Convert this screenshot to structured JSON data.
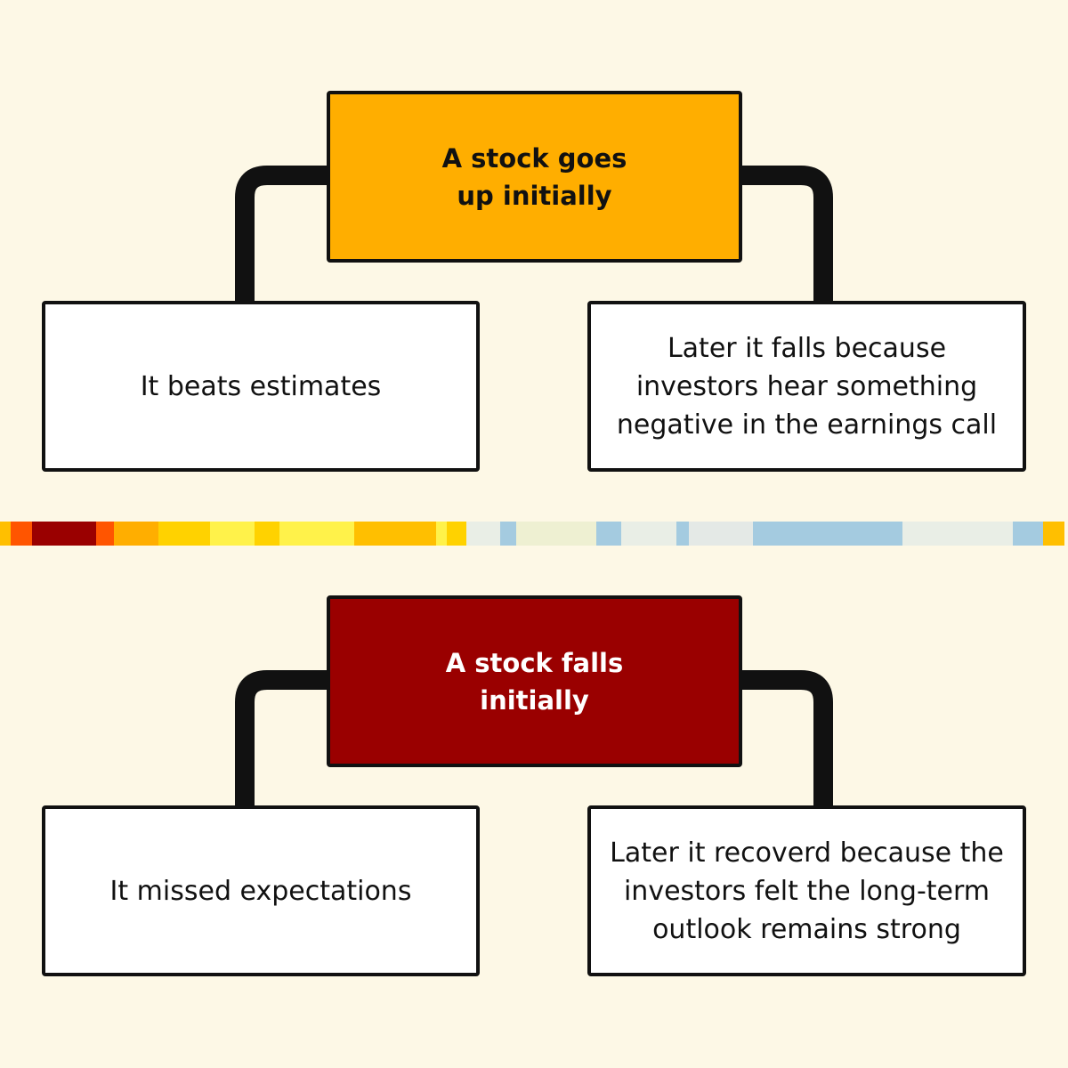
{
  "colors": {
    "background": "#fdf8e6",
    "border": "#111111",
    "rise_box": "#ffae00",
    "fall_box": "#9a0000",
    "child_box": "#ffffff"
  },
  "diagrams": [
    {
      "parent": {
        "text": "A stock goes up initially"
      },
      "left_child": {
        "text": "It beats estimates"
      },
      "right_child": {
        "text": "Later it falls because investors hear something negative in the earnings call"
      }
    },
    {
      "parent": {
        "text": "A stock falls initially"
      },
      "left_child": {
        "text": "It missed expectations"
      },
      "right_child": {
        "text": "Later it recoverd because the investors felt the long-term outlook remains strong"
      }
    }
  ],
  "divider_colors": [
    "#ffbf00",
    "#ff5500",
    "#9a0000",
    "#ff5500",
    "#ffae00",
    "#ffd200",
    "#fff24a",
    "#ffd200",
    "#fff24a",
    "#ffbf00",
    "#fff24a",
    "#ffd200",
    "#e9eee6",
    "#a4cbe0",
    "#eef0d2",
    "#a4cbe0",
    "#e9eee6",
    "#a4cbe0",
    "#e4e9e6",
    "#a4cbe0",
    "#e9eee6",
    "#a4cbe0"
  ]
}
